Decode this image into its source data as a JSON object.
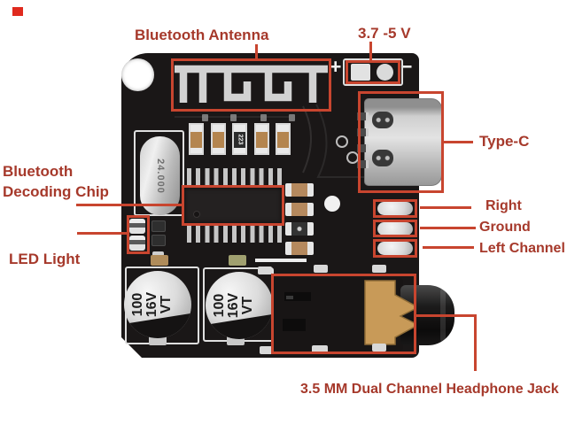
{
  "colors": {
    "background": "#FFFFFF",
    "label_text": "#A6392B",
    "annotation_red": "#C8452F",
    "board": "#1A1717",
    "silver": "#D6D6D6",
    "gold_contact": "#C89A58",
    "corner_marker_red": "#E02A1E"
  },
  "annotations": {
    "bluetooth_antenna": {
      "label": "Bluetooth Antenna"
    },
    "power": {
      "label": "3.7 -5 V"
    },
    "type_c": {
      "label": "Type-C"
    },
    "decoding_chip": {
      "line1": "Bluetooth",
      "line2": "Decoding Chip"
    },
    "led": {
      "label": "LED Light"
    },
    "right": {
      "label": "Right"
    },
    "ground": {
      "label": "Ground"
    },
    "left_channel": {
      "label": "Left Channel"
    },
    "headphone_jack": {
      "label": "3.5 MM Dual Channel Headphone Jack"
    }
  },
  "board": {
    "crystal_marking": "24.000",
    "capacitors": [
      {
        "line1": "100",
        "line2": "16V",
        "line3": "VT"
      },
      {
        "line1": "100",
        "line2": "16V",
        "line3": "VT"
      }
    ],
    "smd_code": "223",
    "power_plus": "+",
    "power_minus": "−"
  }
}
